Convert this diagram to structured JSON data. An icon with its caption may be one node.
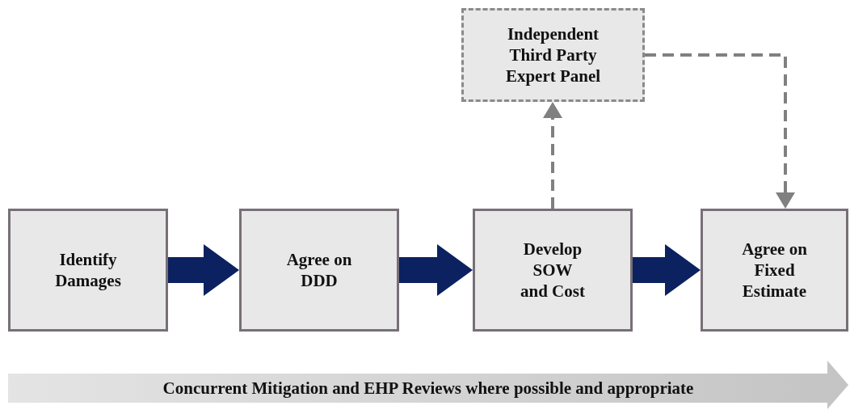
{
  "diagram": {
    "nodes": [
      {
        "text": [
          "Independent Third Party Expert Panel"
        ]
      },
      {
        "text": [
          "Identify Damages"
        ]
      },
      {
        "text": [
          "Agree on DDD"
        ]
      },
      {
        "text": [
          "Develop SOW and Cost"
        ]
      },
      {
        "text": [
          "Agree on Fixed Estimate"
        ]
      },
      {
        "text": [
          "Concurrent Mitigation and EHP Reviews where possible and appropriate"
        ]
      }
    ],
    "edges": [
      {
        "from": 1,
        "to": 2,
        "arrow": "to"
      },
      {
        "from": 2,
        "to": 3,
        "arrow": "to"
      },
      {
        "from": 3,
        "to": 4,
        "arrow": "to"
      },
      {
        "from": 3,
        "to": 0,
        "arrow": "to",
        "style": "dashed",
        "color": "#808080"
      },
      {
        "from": 0,
        "to": 4,
        "arrow": "to",
        "style": "dashed",
        "color": "#808080"
      }
    ]
  }
}
